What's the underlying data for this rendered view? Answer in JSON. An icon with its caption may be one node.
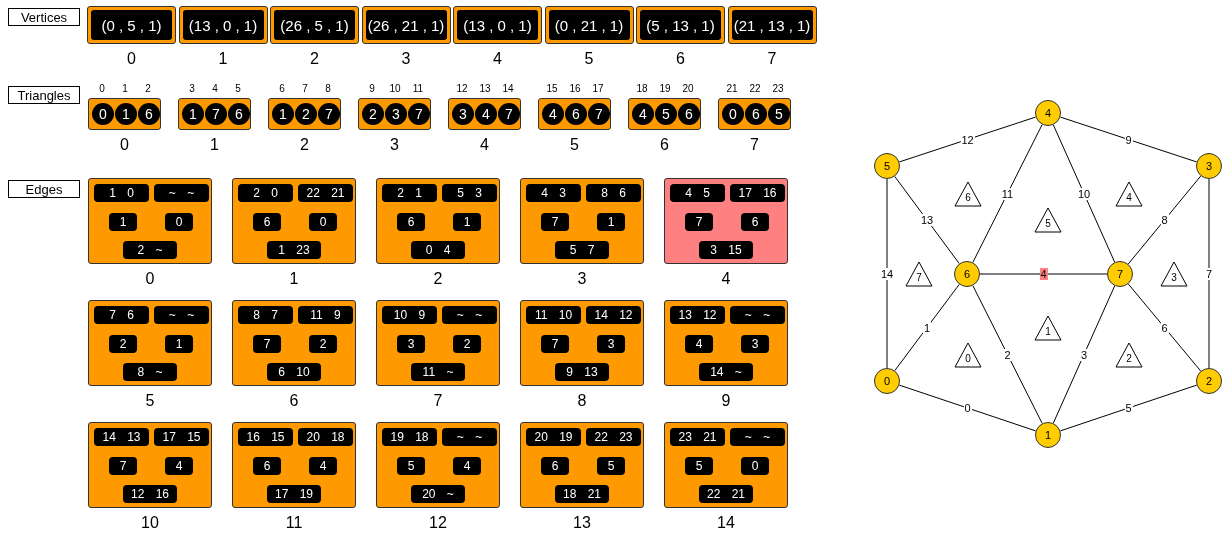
{
  "diagram": {
    "nodes": [
      {
        "text": [
          "Vertices"
        ]
      },
      {
        "text": [
          "Triangles"
        ]
      },
      {
        "text": [
          "Edges"
        ]
      },
      {
        "text": [
          "(0 , 5 , 1)"
        ],
        "beside": [
          "0"
        ]
      },
      {
        "text": [
          "(13 , 0 , 1)"
        ],
        "beside": [
          "1"
        ]
      },
      {
        "text": [
          "(26 , 5 , 1)"
        ],
        "beside": [
          "2"
        ]
      },
      {
        "text": [
          "(26 , 21 , 1)"
        ],
        "beside": [
          "3"
        ]
      },
      {
        "text": [
          "(13 , 0 , 1)"
        ],
        "beside": [
          "4"
        ]
      },
      {
        "text": [
          "(0 , 21 , 1)"
        ],
        "beside": [
          "5"
        ]
      },
      {
        "text": [
          "(5 , 13 , 1)"
        ],
        "beside": [
          "6"
        ]
      },
      {
        "text": [
          "(21 , 13 , 1)"
        ],
        "beside": [
          "7"
        ]
      },
      {
        "text": [],
        "shape": "box",
        "beside": [
          "0"
        ]
      },
      {
        "text": [],
        "shape": "box",
        "beside": [
          "1"
        ]
      },
      {
        "text": [],
        "shape": "box",
        "beside": [
          "2"
        ]
      },
      {
        "text": [],
        "shape": "box",
        "beside": [
          "3"
        ]
      },
      {
        "text": [],
        "shape": "box",
        "beside": [
          "4"
        ]
      },
      {
        "text": [],
        "shape": "box",
        "beside": [
          "5"
        ]
      },
      {
        "text": [],
        "shape": "box",
        "beside": [
          "6"
        ]
      },
      {
        "text": [],
        "shape": "box",
        "beside": [
          "7"
        ]
      },
      {
        "text": [
          "0"
        ],
        "in": 11,
        "beside": [
          "0"
        ]
      },
      {
        "text": [
          "1"
        ],
        "in": 11,
        "beside": [
          "1"
        ]
      },
      {
        "text": [
          "6"
        ],
        "in": 11,
        "beside": [
          "2"
        ]
      },
      {
        "text": [
          "1"
        ],
        "in": 12,
        "beside": [
          "3"
        ]
      },
      {
        "text": [
          "7"
        ],
        "in": 12,
        "beside": [
          "4"
        ]
      },
      {
        "text": [
          "6"
        ],
        "in": 12,
        "beside": [
          "5"
        ]
      },
      {
        "text": [
          "1"
        ],
        "in": 13,
        "beside": [
          "6"
        ]
      },
      {
        "text": [
          "2"
        ],
        "in": 13,
        "beside": [
          "7"
        ]
      },
      {
        "text": [
          "7"
        ],
        "in": 13,
        "beside": [
          "8"
        ]
      },
      {
        "text": [
          "2"
        ],
        "in": 14,
        "beside": [
          "9"
        ]
      },
      {
        "text": [
          "3"
        ],
        "in": 14,
        "beside": [
          "10"
        ]
      },
      {
        "text": [
          "7"
        ],
        "in": 14,
        "beside": [
          "11"
        ]
      },
      {
        "text": [
          "3"
        ],
        "in": 15,
        "beside": [
          "12"
        ]
      },
      {
        "text": [
          "4"
        ],
        "in": 15,
        "beside": [
          "13"
        ]
      },
      {
        "text": [
          "7"
        ],
        "in": 15,
        "beside": [
          "14"
        ]
      },
      {
        "text": [
          "4"
        ],
        "in": 16,
        "beside": [
          "15"
        ]
      },
      {
        "text": [
          "6"
        ],
        "in": 16,
        "beside": [
          "16"
        ]
      },
      {
        "text": [
          "7"
        ],
        "in": 16,
        "beside": [
          "17"
        ]
      },
      {
        "text": [
          "4"
        ],
        "in": 17,
        "beside": [
          "18"
        ]
      },
      {
        "text": [
          "5"
        ],
        "in": 17,
        "beside": [
          "19"
        ]
      },
      {
        "text": [
          "6"
        ],
        "in": 17,
        "beside": [
          "20"
        ]
      },
      {
        "text": [
          "0"
        ],
        "in": 18,
        "beside": [
          "21"
        ]
      },
      {
        "text": [
          "6"
        ],
        "in": 18,
        "beside": [
          "22"
        ]
      },
      {
        "text": [
          "5"
        ],
        "in": 18,
        "beside": [
          "23"
        ]
      },
      {
        "text": [],
        "shape": "box",
        "beside": [
          "0"
        ]
      },
      {
        "text": [],
        "shape": "box",
        "beside": [
          "1"
        ]
      },
      {
        "text": [],
        "shape": "box",
        "beside": [
          "2"
        ]
      },
      {
        "text": [],
        "shape": "box",
        "beside": [
          "3"
        ]
      },
      {
        "text": [],
        "shape": "box",
        "beside": [
          "4"
        ]
      },
      {
        "text": [],
        "shape": "box",
        "beside": [
          "5"
        ]
      },
      {
        "text": [],
        "shape": "box",
        "beside": [
          "6"
        ]
      },
      {
        "text": [],
        "shape": "box",
        "beside": [
          "7"
        ]
      },
      {
        "text": [],
        "shape": "box",
        "beside": [
          "8"
        ]
      },
      {
        "text": [],
        "shape": "box",
        "beside": [
          "9"
        ]
      },
      {
        "text": [],
        "shape": "box",
        "beside": [
          "10"
        ]
      },
      {
        "text": [],
        "shape": "box",
        "beside": [
          "11"
        ]
      },
      {
        "text": [],
        "shape": "box",
        "beside": [
          "12"
        ]
      },
      {
        "text": [],
        "shape": "box",
        "beside": [
          "13"
        ]
      },
      {
        "text": [],
        "shape": "box",
        "beside": [
          "14"
        ]
      },
      {
        "text": [
          "1 0"
        ],
        "in": 43
      },
      {
        "text": [
          "~ ~"
        ],
        "in": 43
      },
      {
        "text": [
          "1"
        ],
        "in": 43
      },
      {
        "text": [
          "0"
        ],
        "in": 43
      },
      {
        "text": [
          "2 ~"
        ],
        "in": 43
      },
      {
        "text": [
          "2 0"
        ],
        "in": 44
      },
      {
        "text": [
          "22 21"
        ],
        "in": 44
      },
      {
        "text": [
          "6"
        ],
        "in": 44
      },
      {
        "text": [
          "0"
        ],
        "in": 44
      },
      {
        "text": [
          "1 23"
        ],
        "in": 44
      },
      {
        "text": [
          "2 1"
        ],
        "in": 45
      },
      {
        "text": [
          "5 3"
        ],
        "in": 45
      },
      {
        "text": [
          "6"
        ],
        "in": 45
      },
      {
        "text": [
          "1"
        ],
        "in": 45
      },
      {
        "text": [
          "0 4"
        ],
        "in": 45
      },
      {
        "text": [
          "4 3"
        ],
        "in": 46
      },
      {
        "text": [
          "8 6"
        ],
        "in": 46
      },
      {
        "text": [
          "7"
        ],
        "in": 46
      },
      {
        "text": [
          "1"
        ],
        "in": 46
      },
      {
        "text": [
          "5 7"
        ],
        "in": 46
      },
      {
        "text": [
          "4 5"
        ],
        "in": 47
      },
      {
        "text": [
          "17 16"
        ],
        "in": 47
      },
      {
        "text": [
          "7"
        ],
        "in": 47
      },
      {
        "text": [
          "6"
        ],
        "in": 47
      },
      {
        "text": [
          "3 15"
        ],
        "in": 47
      },
      {
        "text": [
          "7 6"
        ],
        "in": 48
      },
      {
        "text": [
          "~ ~"
        ],
        "in": 48
      },
      {
        "text": [
          "2"
        ],
        "in": 48
      },
      {
        "text": [
          "1"
        ],
        "in": 48
      },
      {
        "text": [
          "8 ~"
        ],
        "in": 48
      },
      {
        "text": [
          "8 7"
        ],
        "in": 49
      },
      {
        "text": [
          "11 9"
        ],
        "in": 49
      },
      {
        "text": [
          "7"
        ],
        "in": 49
      },
      {
        "text": [
          "2"
        ],
        "in": 49
      },
      {
        "text": [
          "6 10"
        ],
        "in": 49
      },
      {
        "text": [
          "10 9"
        ],
        "in": 50
      },
      {
        "text": [
          "~ ~"
        ],
        "in": 50
      },
      {
        "text": [
          "3"
        ],
        "in": 50
      },
      {
        "text": [
          "2"
        ],
        "in": 50
      },
      {
        "text": [
          "11 ~"
        ],
        "in": 50
      },
      {
        "text": [
          "11 10"
        ],
        "in": 51
      },
      {
        "text": [
          "14 12"
        ],
        "in": 51
      },
      {
        "text": [
          "7"
        ],
        "in": 51
      },
      {
        "text": [
          "3"
        ],
        "in": 51
      },
      {
        "text": [
          "9 13"
        ],
        "in": 51
      },
      {
        "text": [
          "13 12"
        ],
        "in": 52
      },
      {
        "text": [
          "~ ~"
        ],
        "in": 52
      },
      {
        "text": [
          "4"
        ],
        "in": 52
      },
      {
        "text": [
          "3"
        ],
        "in": 52
      },
      {
        "text": [
          "14 ~"
        ],
        "in": 52
      },
      {
        "text": [
          "14 13"
        ],
        "in": 53
      },
      {
        "text": [
          "17 15"
        ],
        "in": 53
      },
      {
        "text": [
          "7"
        ],
        "in": 53
      },
      {
        "text": [
          "4"
        ],
        "in": 53
      },
      {
        "text": [
          "12 16"
        ],
        "in": 53
      },
      {
        "text": [
          "16 15"
        ],
        "in": 54
      },
      {
        "text": [
          "20 18"
        ],
        "in": 54
      },
      {
        "text": [
          "6"
        ],
        "in": 54
      },
      {
        "text": [
          "4"
        ],
        "in": 54
      },
      {
        "text": [
          "17 19"
        ],
        "in": 54
      },
      {
        "text": [
          "19 18"
        ],
        "in": 55
      },
      {
        "text": [
          "~ ~"
        ],
        "in": 55
      },
      {
        "text": [
          "5"
        ],
        "in": 55
      },
      {
        "text": [
          "4"
        ],
        "in": 55
      },
      {
        "text": [
          "20 ~"
        ],
        "in": 55
      },
      {
        "text": [
          "20 19"
        ],
        "in": 56
      },
      {
        "text": [
          "22 23"
        ],
        "in": 56
      },
      {
        "text": [
          "6"
        ],
        "in": 56
      },
      {
        "text": [
          "5"
        ],
        "in": 56
      },
      {
        "text": [
          "18 21"
        ],
        "in": 56
      },
      {
        "text": [
          "23 21"
        ],
        "in": 57
      },
      {
        "text": [
          "~ ~"
        ],
        "in": 57
      },
      {
        "text": [
          "5"
        ],
        "in": 57
      },
      {
        "text": [
          "0"
        ],
        "in": 57
      },
      {
        "text": [
          "22 21"
        ],
        "in": 57
      },
      {
        "text": [
          "0"
        ]
      },
      {
        "text": [
          "1"
        ]
      },
      {
        "text": [
          "2"
        ]
      },
      {
        "text": [
          "3"
        ]
      },
      {
        "text": [
          "4"
        ]
      },
      {
        "text": [
          "5"
        ]
      },
      {
        "text": [
          "6"
        ]
      },
      {
        "text": [
          "7"
        ]
      },
      {
        "text": [
          "0"
        ]
      },
      {
        "text": [
          "1"
        ]
      },
      {
        "text": [
          "2"
        ]
      },
      {
        "text": [
          "3"
        ]
      },
      {
        "text": [
          "4"
        ]
      },
      {
        "text": [
          "5"
        ]
      },
      {
        "text": [
          "6"
        ]
      },
      {
        "text": [
          "7"
        ]
      }
    ],
    "edges": [
      {
        "from": 133,
        "to": 134,
        "arrow": "none",
        "label": "0"
      },
      {
        "from": 133,
        "to": 139,
        "arrow": "none",
        "label": "1"
      },
      {
        "from": 139,
        "to": 134,
        "arrow": "none",
        "label": "2"
      },
      {
        "from": 134,
        "to": 140,
        "arrow": "none",
        "label": "3"
      },
      {
        "from": 139,
        "to": 140,
        "arrow": "none",
        "label": "4"
      },
      {
        "from": 134,
        "to": 135,
        "arrow": "none",
        "label": "5"
      },
      {
        "from": 140,
        "to": 135,
        "arrow": "none",
        "label": "6"
      },
      {
        "from": 136,
        "to": 135,
        "arrow": "none",
        "label": "7"
      },
      {
        "from": 140,
        "to": 136,
        "arrow": "none",
        "label": "8"
      },
      {
        "from": 137,
        "to": 136,
        "arrow": "none",
        "label": "9"
      },
      {
        "from": 137,
        "to": 140,
        "arrow": "none",
        "label": "10"
      },
      {
        "from": 139,
        "to": 137,
        "arrow": "none",
        "label": "11"
      },
      {
        "from": 138,
        "to": 137,
        "arrow": "none",
        "label": "12"
      },
      {
        "from": 138,
        "to": 139,
        "arrow": "none",
        "label": "13"
      },
      {
        "from": 138,
        "to": 133,
        "arrow": "none",
        "label": "14"
      }
    ]
  }
}
